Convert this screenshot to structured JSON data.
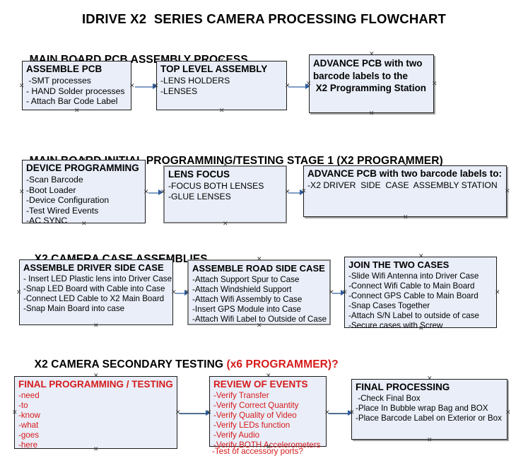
{
  "document": {
    "title": "IDRIVE X2  SERIES CAMERA PROCESSING FLOWCHART"
  },
  "colors": {
    "box_fill": "#e9eef8",
    "box_border": "#1c1c1c",
    "box_border_thick": "#808080",
    "connector": "#7e9ec4",
    "arrowhead": "#2f5d9e",
    "accent_red": "#d61b1b",
    "text": "#000000"
  },
  "sections": [
    {
      "id": "main-board-pcb-assembly",
      "heading": "MAIN BOARD PCB ASSEMBLY PROCESS",
      "heading_red": "",
      "boxes": [
        {
          "id": "assemble-pcb",
          "title": "ASSEMBLE PCB",
          "lines": [
            " -SMT processes",
            "- HAND Solder processes",
            "- Attach Bar Code Label"
          ]
        },
        {
          "id": "top-level-assembly",
          "title": "TOP LEVEL ASSEMBLY",
          "lines": [
            "-LENS HOLDERS",
            "-LENSES"
          ]
        },
        {
          "id": "advance-pcb-to-x2-programming-station",
          "title": "",
          "lines": [
            "ADVANCE PCB with two",
            "barcode labels to the",
            " X2 Programming Station"
          ]
        }
      ]
    },
    {
      "id": "main-board-initial-programming",
      "heading": "MAIN BOARD INITIAL PROGRAMMING/TESTING STAGE 1 (X2 PROGRAMMER)",
      "heading_red": "",
      "boxes": [
        {
          "id": "device-programming",
          "title": "DEVICE PROGRAMMING",
          "lines": [
            "-Scan Barcode",
            "-Boot Loader",
            "-Device Configuration",
            "-Test Wired Events",
            "-AC SYNC"
          ]
        },
        {
          "id": "lens-focus",
          "title": "LENS FOCUS",
          "lines": [
            "-FOCUS BOTH LENSES",
            "-GLUE LENSES"
          ]
        },
        {
          "id": "advance-pcb-to-driver-side-case-station",
          "title": "ADVANCE PCB with two barcode labels to:",
          "lines": [
            "-X2 DRIVER  SIDE  CASE  ASSEMBLY STATION"
          ]
        }
      ]
    },
    {
      "id": "x2-camera-case-assemblies",
      "heading": "X2 CAMERA CASE ASSEMBLIES",
      "heading_red": "",
      "boxes": [
        {
          "id": "assemble-driver-side-case",
          "title": "ASSEMBLE DRIVER SIDE CASE",
          "lines": [
            "- Insert LED Plastic lens into Driver Case",
            "-Snap LED Board with Cable into Case",
            "-Connect LED Cable to X2 Main Board",
            "-Snap Main Board into case"
          ]
        },
        {
          "id": "assemble-road-side-case",
          "title": "ASSEMBLE ROAD SIDE CASE",
          "lines": [
            "-Attach Support Spur to Case",
            "-Attach Windshield Support",
            "-Attach Wifi Assembly to Case",
            "-Insert GPS Module into Case",
            "-Attach Wifi Label to Outside of Case"
          ]
        },
        {
          "id": "join-the-two-cases",
          "title": "JOIN THE TWO CASES",
          "lines": [
            "-Slide Wifi Antenna into Driver Case",
            "-Connect Wifi Cable to Main Board",
            "-Connect GPS Cable to Main Board",
            "-Snap Cases Together",
            "-Attach S/N Label to outside of case",
            "-Secure cases with Screw"
          ]
        }
      ]
    },
    {
      "id": "x2-camera-secondary-testing",
      "heading": "X2 CAMERA SECONDARY TESTING ",
      "heading_red": "(x6 PROGRAMMER)?",
      "boxes": [
        {
          "id": "final-programming-testing",
          "title": "FINAL PROGRAMMING / TESTING",
          "lines": [
            "-need",
            "-to",
            "-know",
            "-what",
            "-goes",
            "-here"
          ]
        },
        {
          "id": "review-of-events",
          "title": "REVIEW OF EVENTS",
          "lines": [
            "-Verify Transfer",
            "-Verify Correct Quantity",
            "-Verify Quality of Video",
            "-Verify LEDs function",
            "-Verify Audio",
            "-Verify BOTH Accelerometers"
          ],
          "overflow_line": "-Test of accessory ports?"
        },
        {
          "id": "final-processing",
          "title": "FINAL PROCESSING",
          "lines": [
            " -Check Final Box",
            "-Place In Bubble wrap Bag and BOX",
            "-Place Barcode Label on Exterior or Box"
          ]
        }
      ]
    }
  ]
}
